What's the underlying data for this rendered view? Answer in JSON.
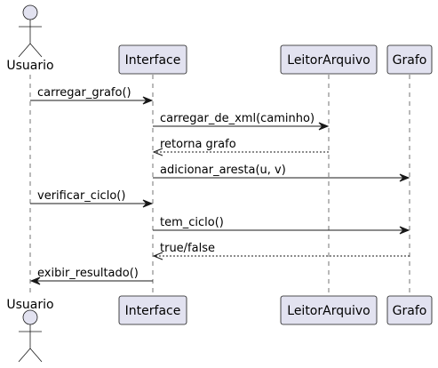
{
  "participants": [
    {
      "id": "usuario",
      "label": "Usuario",
      "kind": "actor"
    },
    {
      "id": "interface",
      "label": "Interface",
      "kind": "participant"
    },
    {
      "id": "leitor",
      "label": "LeitorArquivo",
      "kind": "participant"
    },
    {
      "id": "grafo",
      "label": "Grafo",
      "kind": "participant"
    }
  ],
  "messages": [
    {
      "from": "usuario",
      "to": "interface",
      "label": "carregar_grafo()",
      "reply": false
    },
    {
      "from": "interface",
      "to": "leitor",
      "label": "carregar_de_xml(caminho)",
      "reply": false
    },
    {
      "from": "leitor",
      "to": "interface",
      "label": "retorna grafo",
      "reply": true
    },
    {
      "from": "interface",
      "to": "grafo",
      "label": "adicionar_aresta(u, v)",
      "reply": false
    },
    {
      "from": "usuario",
      "to": "interface",
      "label": "verificar_ciclo()",
      "reply": false
    },
    {
      "from": "interface",
      "to": "grafo",
      "label": "tem_ciclo()",
      "reply": false
    },
    {
      "from": "grafo",
      "to": "interface",
      "label": "true/false",
      "reply": true
    },
    {
      "from": "interface",
      "to": "usuario",
      "label": "exibir_resultado()",
      "reply": false
    }
  ]
}
